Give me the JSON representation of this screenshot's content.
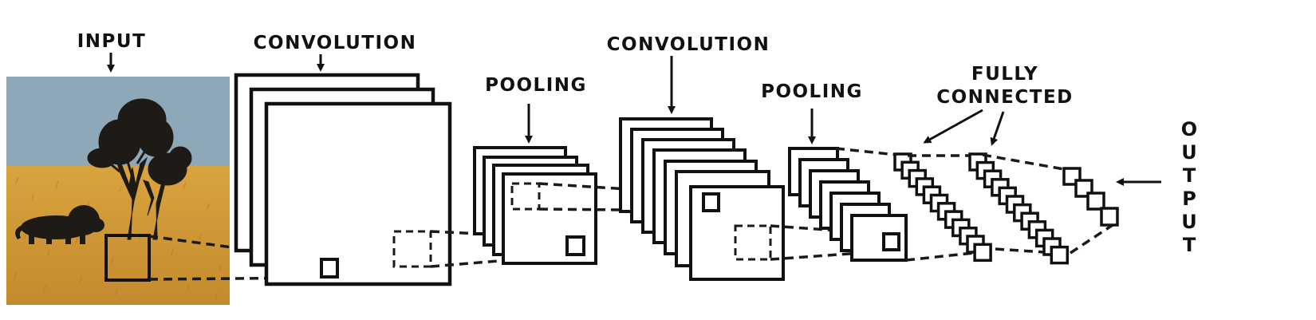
{
  "labels": {
    "input": "INPUT",
    "convolution_1": "CONVOLUTION",
    "pooling_1": "POOLING",
    "convolution_2": "CONVOLUTION",
    "pooling_2": "POOLING",
    "fully_connected_line1": "FULLY",
    "fully_connected_line2": "CONNECTED",
    "output": [
      "O",
      "U",
      "T",
      "P",
      "U",
      "T"
    ]
  },
  "input_image": {
    "subject": "savanna scene with acacia trees and a lion",
    "colors": {
      "sky": "#8fa8b8",
      "grass": "#d39a3a",
      "grass_dark": "#b57a25",
      "silhouette": "#1e1a16"
    }
  },
  "colors": {
    "stroke": "#111111",
    "background": "#ffffff"
  }
}
